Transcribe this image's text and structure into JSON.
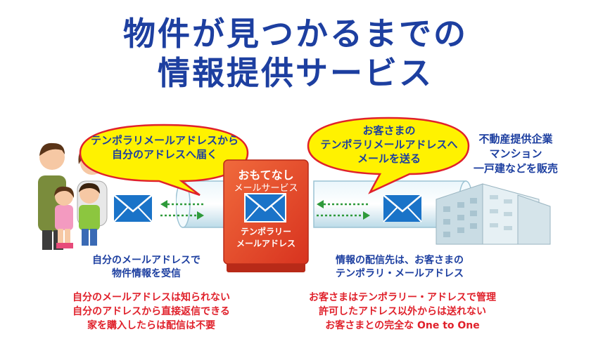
{
  "title": {
    "line1": "物件が見つかるまでの",
    "line2": "情報提供サービス"
  },
  "bubble_left": {
    "line1": "テンポラリメールアドレスから",
    "line2": "自分のアドレスへ届く"
  },
  "bubble_right": {
    "line1": "お客さまの",
    "line2": "テンポラリメールアドレスへ",
    "line3": "メールを送る"
  },
  "device": {
    "title": "おもてなし",
    "subtitle": "メールサービス",
    "label_line1": "テンポラリー",
    "label_line2": "メールアドレス"
  },
  "company": {
    "line1": "不動産提供企業",
    "line2": "マンション",
    "line3": "一戸建などを販売"
  },
  "left_caption": {
    "line1": "自分のメールアドレスで",
    "line2": "物件情報を受信"
  },
  "right_caption": {
    "line1": "情報の配信先は、お客さまの",
    "line2": "テンポラリ・メールアドレス"
  },
  "left_points": [
    "自分のメールアドレスは知られない",
    "自分のアドレスから直接返信できる",
    "家を購入したらは配信は不要"
  ],
  "right_points": [
    "お客さまはテンポラリー・アドレスで管理",
    "許可したアドレス以外からは送れない",
    "お客さまとの完全な One to One"
  ],
  "colors": {
    "title": "#1d3fa0",
    "bubble": "#fff200",
    "bubble_border": "#e0212b",
    "device": "#e8432b",
    "envelope": "#1a73c8",
    "pipe": "#d7ecf4",
    "arrow": "#2e9a3a",
    "warning": "#e0212b"
  },
  "icons": [
    "family-illustration",
    "envelope-icon",
    "building-illustration",
    "double-arrow-icon"
  ]
}
